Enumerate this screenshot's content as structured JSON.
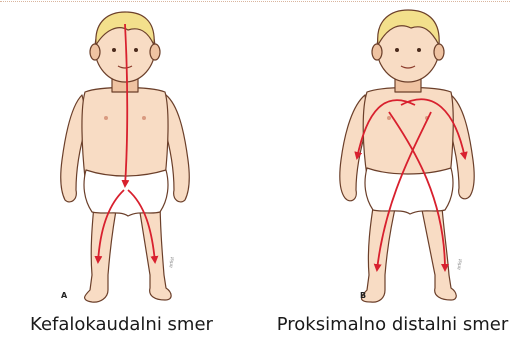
{
  "colors": {
    "skin": "#f8dcc4",
    "skin_shade": "#efc3a2",
    "hair": "#f3e08c",
    "outline": "#6b3f2a",
    "diaper": "#ffffff",
    "arrow": "#d8202e"
  },
  "panels": [
    {
      "letter": "A",
      "caption": "Kefalokaudalni smer"
    },
    {
      "letter": "B",
      "caption": "Proksimalno distalni smer"
    }
  ]
}
